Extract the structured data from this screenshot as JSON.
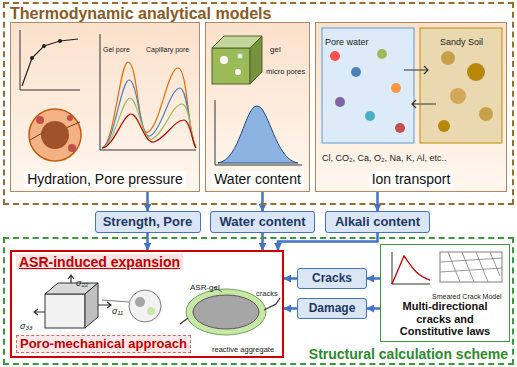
{
  "diagram": {
    "nodes": [
      {
        "text": [
          "Thermodynamic analytical models"
        ]
      },
      {
        "text": [
          "Hydration, Pore pressure"
        ],
        "in": 0
      },
      {
        "text": [
          "Water content"
        ],
        "in": 0
      },
      {
        "text": [
          "Ion transport"
        ],
        "in": 0
      },
      {
        "text": [
          "Strength, Pore"
        ]
      },
      {
        "text": [
          "Water content"
        ]
      },
      {
        "text": [
          "Alkali content"
        ]
      },
      {
        "text": [
          "Structural calculation scheme"
        ]
      },
      {
        "text": [
          "ASR-induced expansion",
          "Poro-mechanical approach"
        ],
        "in": 7
      },
      {
        "text": [
          "Multi-directional cracks and Constitutive laws"
        ],
        "in": 7
      },
      {
        "text": [
          "Cracks"
        ],
        "in": 7
      },
      {
        "text": [
          "Damage"
        ],
        "in": 7
      }
    ],
    "edges": [
      {
        "from": 1,
        "to": 4,
        "arrow": "to"
      },
      {
        "from": 2,
        "to": 5,
        "arrow": "to"
      },
      {
        "from": 3,
        "to": 6,
        "arrow": "to"
      },
      {
        "from": 4,
        "to": 8,
        "arrow": "to"
      },
      {
        "from": 5,
        "to": 8,
        "arrow": "to"
      },
      {
        "from": 6,
        "to": 8,
        "arrow": "to"
      },
      {
        "from": 9,
        "to": 10,
        "arrow": "to"
      },
      {
        "from": 10,
        "to": 8,
        "arrow": "to"
      },
      {
        "from": 9,
        "to": 11,
        "arrow": "to"
      },
      {
        "from": 11,
        "to": 8,
        "arrow": "to"
      }
    ],
    "labels": [
      "Capillary pore",
      "Gel pore",
      "gel",
      "micro pores",
      "Pore water",
      "Sandy Soil",
      "Cl, CO₂, Ca, O₂, Na, K, Al, etc..",
      "σ₂₂",
      "σ₁₁",
      "σ₃₃",
      "ASR-gel",
      "reactive aggregate",
      "cracks",
      "Smeared Crack Model"
    ]
  }
}
